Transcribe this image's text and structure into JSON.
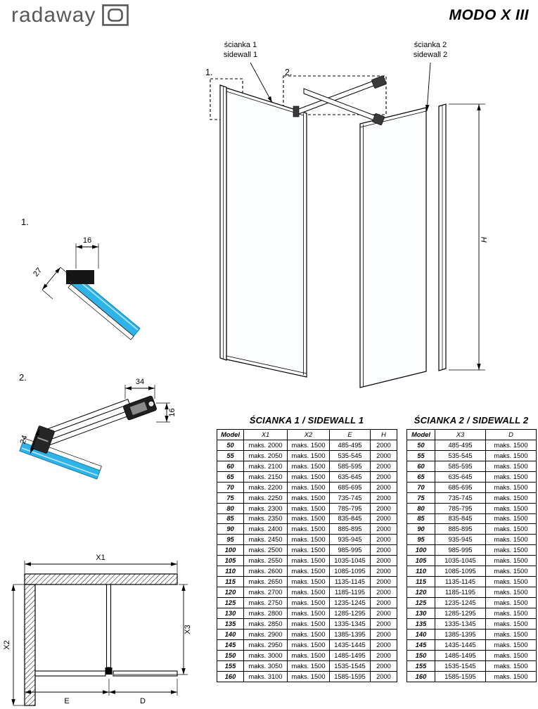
{
  "header": {
    "logo_text": "radaway",
    "title": "MODO X III"
  },
  "colors": {
    "glass_blue": "#2fb4e9",
    "glass_blue_dark": "#0f7fae",
    "logo_gray": "#57585a",
    "line_black": "#000000"
  },
  "drawing3d": {
    "sidewall1_line1": "ścianka 1",
    "sidewall1_line2": "sidewall 1",
    "sidewall2_line1": "ścianka 2",
    "sidewall2_line2": "sidewall 2",
    "detail1_ref": "1.",
    "detail2_ref": "2.",
    "height_label": "H"
  },
  "detail1": {
    "ref": "1.",
    "dim_width": "16",
    "dim_depth": "27"
  },
  "detail2": {
    "ref": "2.",
    "dim_width": "34",
    "dim_height": "16",
    "dim_depth": "24"
  },
  "plan": {
    "x1": "X1",
    "x2": "X2",
    "x3": "X3",
    "e": "E",
    "d": "D"
  },
  "table1": {
    "title": "ŚCIANKA 1 / SIDEWALL 1",
    "headers": [
      "Model",
      "X1",
      "X2",
      "E",
      "H"
    ],
    "rows": [
      [
        "50",
        "maks. 2000",
        "maks. 1500",
        "485-495",
        "2000"
      ],
      [
        "55",
        "maks. 2050",
        "maks. 1500",
        "535-545",
        "2000"
      ],
      [
        "60",
        "maks. 2100",
        "maks. 1500",
        "585-595",
        "2000"
      ],
      [
        "65",
        "maks. 2150",
        "maks. 1500",
        "635-645",
        "2000"
      ],
      [
        "70",
        "maks. 2200",
        "maks. 1500",
        "685-695",
        "2000"
      ],
      [
        "75",
        "maks. 2250",
        "maks. 1500",
        "735-745",
        "2000"
      ],
      [
        "80",
        "maks. 2300",
        "maks. 1500",
        "785-795",
        "2000"
      ],
      [
        "85",
        "maks. 2350",
        "maks. 1500",
        "835-845",
        "2000"
      ],
      [
        "90",
        "maks. 2400",
        "maks. 1500",
        "885-895",
        "2000"
      ],
      [
        "95",
        "maks. 2450",
        "maks. 1500",
        "935-945",
        "2000"
      ],
      [
        "100",
        "maks. 2500",
        "maks. 1500",
        "985-995",
        "2000"
      ],
      [
        "105",
        "maks. 2550",
        "maks. 1500",
        "1035-1045",
        "2000"
      ],
      [
        "110",
        "maks. 2600",
        "maks. 1500",
        "1085-1095",
        "2000"
      ],
      [
        "115",
        "maks. 2650",
        "maks. 1500",
        "1135-1145",
        "2000"
      ],
      [
        "120",
        "maks. 2700",
        "maks. 1500",
        "1185-1195",
        "2000"
      ],
      [
        "125",
        "maks. 2750",
        "maks. 1500",
        "1235-1245",
        "2000"
      ],
      [
        "130",
        "maks. 2800",
        "maks. 1500",
        "1285-1295",
        "2000"
      ],
      [
        "135",
        "maks. 2850",
        "maks. 1500",
        "1335-1345",
        "2000"
      ],
      [
        "140",
        "maks. 2900",
        "maks. 1500",
        "1385-1395",
        "2000"
      ],
      [
        "145",
        "maks. 2950",
        "maks. 1500",
        "1435-1445",
        "2000"
      ],
      [
        "150",
        "maks. 3000",
        "maks. 1500",
        "1485-1495",
        "2000"
      ],
      [
        "155",
        "maks. 3050",
        "maks. 1500",
        "1535-1545",
        "2000"
      ],
      [
        "160",
        "maks. 3100",
        "maks. 1500",
        "1585-1595",
        "2000"
      ]
    ]
  },
  "table2": {
    "title": "ŚCIANKA 2 / SIDEWALL 2",
    "headers": [
      "Model",
      "X3",
      "D"
    ],
    "rows": [
      [
        "50",
        "485-495",
        "maks. 1500"
      ],
      [
        "55",
        "535-545",
        "maks. 1500"
      ],
      [
        "60",
        "585-595",
        "maks. 1500"
      ],
      [
        "65",
        "635-645",
        "maks. 1500"
      ],
      [
        "70",
        "685-695",
        "maks. 1500"
      ],
      [
        "75",
        "735-745",
        "maks. 1500"
      ],
      [
        "80",
        "785-795",
        "maks. 1500"
      ],
      [
        "85",
        "835-845",
        "maks. 1500"
      ],
      [
        "90",
        "885-895",
        "maks. 1500"
      ],
      [
        "95",
        "935-945",
        "maks. 1500"
      ],
      [
        "100",
        "985-995",
        "maks. 1500"
      ],
      [
        "105",
        "1035-1045",
        "maks. 1500"
      ],
      [
        "110",
        "1085-1095",
        "maks. 1500"
      ],
      [
        "115",
        "1135-1145",
        "maks. 1500"
      ],
      [
        "120",
        "1185-1195",
        "maks. 1500"
      ],
      [
        "125",
        "1235-1245",
        "maks. 1500"
      ],
      [
        "130",
        "1285-1295",
        "maks. 1500"
      ],
      [
        "135",
        "1335-1345",
        "maks. 1500"
      ],
      [
        "140",
        "1385-1395",
        "maks. 1500"
      ],
      [
        "145",
        "1435-1445",
        "maks. 1500"
      ],
      [
        "150",
        "1485-1495",
        "maks. 1500"
      ],
      [
        "155",
        "1535-1545",
        "maks. 1500"
      ],
      [
        "160",
        "1585-1595",
        "maks. 1500"
      ]
    ]
  }
}
